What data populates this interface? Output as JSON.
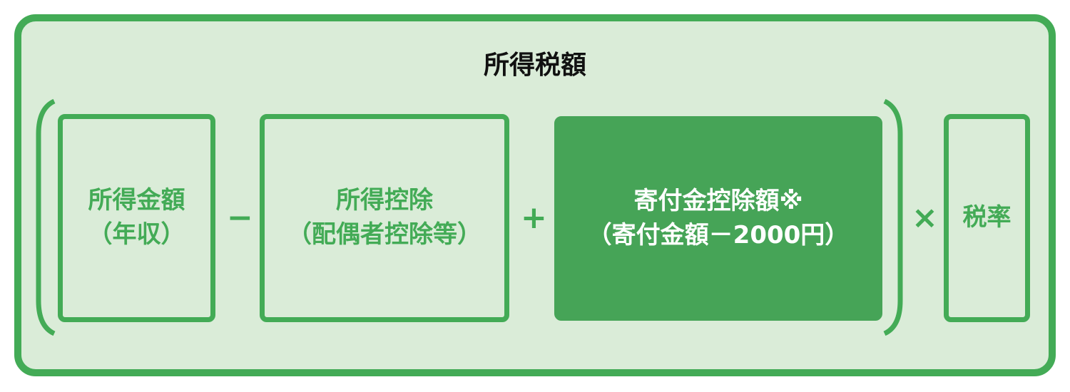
{
  "title": "所得税額",
  "terms": [
    {
      "line1": "所得金額",
      "line2": "（年収）"
    },
    {
      "line1": "所得控除",
      "line2": "（配偶者控除等）"
    },
    {
      "line1": "寄付金控除額※",
      "line2": "（寄付金額－2000円）"
    },
    {
      "line1": "税率"
    }
  ],
  "operators": {
    "minus": "−",
    "plus": "+",
    "times": "×"
  },
  "colors": {
    "green": "#43ab56",
    "fill": "#daecd8",
    "highlight": "#46a457"
  }
}
